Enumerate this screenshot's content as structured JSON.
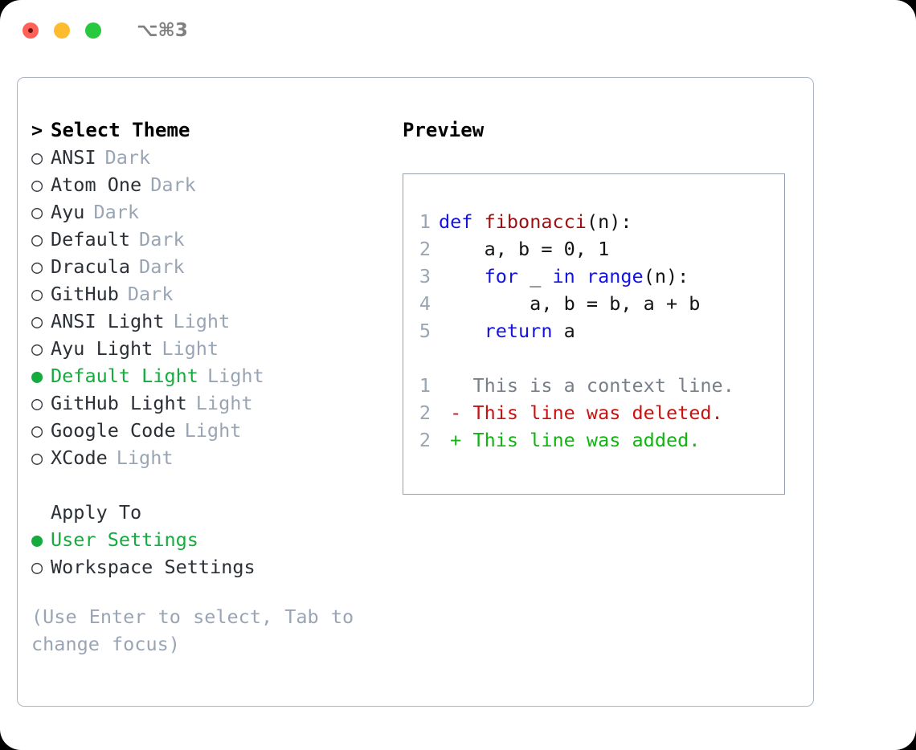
{
  "titlebar": {
    "shortcut": "⌥⌘3",
    "lights": [
      {
        "name": "close",
        "color": "#ff6058"
      },
      {
        "name": "minimize",
        "color": "#fdbc2f"
      },
      {
        "name": "maximize",
        "color": "#28c93f"
      }
    ]
  },
  "theme_picker": {
    "header": "Select Theme",
    "header_prefix": ">",
    "bullet_selected": "●",
    "bullet_unselected": "○",
    "items": [
      {
        "name": "ANSI",
        "tag": "Dark",
        "selected": false
      },
      {
        "name": "Atom One",
        "tag": "Dark",
        "selected": false
      },
      {
        "name": "Ayu",
        "tag": "Dark",
        "selected": false
      },
      {
        "name": "Default",
        "tag": "Dark",
        "selected": false
      },
      {
        "name": "Dracula",
        "tag": "Dark",
        "selected": false
      },
      {
        "name": "GitHub",
        "tag": "Dark",
        "selected": false
      },
      {
        "name": "ANSI Light",
        "tag": "Light",
        "selected": false
      },
      {
        "name": "Ayu Light",
        "tag": "Light",
        "selected": false
      },
      {
        "name": "Default Light",
        "tag": "Light",
        "selected": true
      },
      {
        "name": "GitHub Light",
        "tag": "Light",
        "selected": false
      },
      {
        "name": "Google Code",
        "tag": "Light",
        "selected": false
      },
      {
        "name": "XCode",
        "tag": "Light",
        "selected": false
      }
    ]
  },
  "apply_to": {
    "header": "Apply To",
    "items": [
      {
        "name": "User Settings",
        "selected": true
      },
      {
        "name": "Workspace Settings",
        "selected": false
      }
    ]
  },
  "hint": "(Use Enter to select, Tab to change focus)",
  "preview": {
    "title": "Preview",
    "code_lines": [
      {
        "num": "1",
        "tokens": [
          {
            "t": "def",
            "c": "kw"
          },
          {
            "t": " ",
            "c": "pln"
          },
          {
            "t": "fibonacci",
            "c": "fn"
          },
          {
            "t": "(n):",
            "c": "pln"
          }
        ]
      },
      {
        "num": "2",
        "tokens": [
          {
            "t": "    a, b = 0, 1",
            "c": "pln"
          }
        ]
      },
      {
        "num": "3",
        "tokens": [
          {
            "t": "    ",
            "c": "pln"
          },
          {
            "t": "for",
            "c": "kw"
          },
          {
            "t": " _ ",
            "c": "pln"
          },
          {
            "t": "in",
            "c": "kw"
          },
          {
            "t": " ",
            "c": "pln"
          },
          {
            "t": "range",
            "c": "kw"
          },
          {
            "t": "(n):",
            "c": "pln"
          }
        ]
      },
      {
        "num": "4",
        "tokens": [
          {
            "t": "        a, b = b, a + b",
            "c": "pln"
          }
        ]
      },
      {
        "num": "5",
        "tokens": [
          {
            "t": "    ",
            "c": "pln"
          },
          {
            "t": "return",
            "c": "kw"
          },
          {
            "t": " a",
            "c": "pln"
          }
        ]
      }
    ],
    "diff_lines": [
      {
        "num": "1",
        "marker": " ",
        "text": "This is a context line.",
        "kind": "diff-ctx"
      },
      {
        "num": "2",
        "marker": "-",
        "text": "This line was deleted.",
        "kind": "diff-del"
      },
      {
        "num": "2",
        "marker": "+",
        "text": "This line was added.",
        "kind": "diff-add"
      }
    ]
  },
  "colors": {
    "accent_green": "#16ab3f",
    "keyword_blue": "#1414e0",
    "function_red": "#9b1111",
    "muted_gray": "#9aa5b4",
    "diff_add": "#11b411",
    "diff_del": "#c81111",
    "panel_border": "#adb5c2",
    "preview_border": "#94a0b0"
  }
}
